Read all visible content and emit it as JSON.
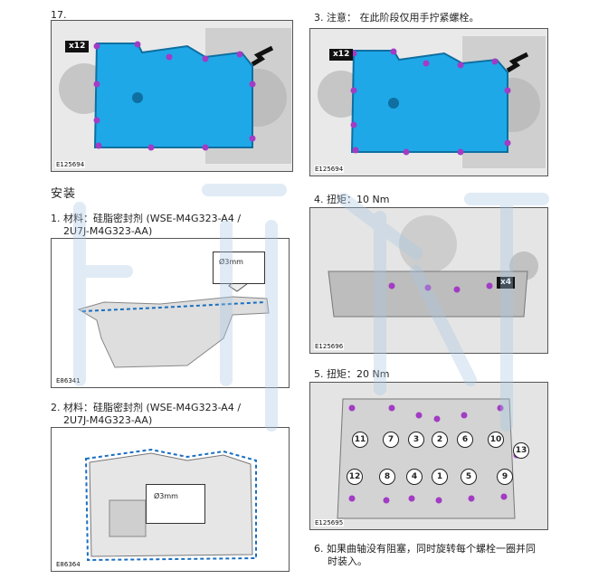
{
  "steps": {
    "s17": {
      "num": "17.",
      "figure_id": "E125694",
      "callout": "x12"
    },
    "s3": {
      "text": "3.  注意：  在此阶段仅用手拧紧螺栓。",
      "figure_id": "E125694",
      "callout": "x12"
    },
    "install_heading": "安装",
    "s1": {
      "line1": "1.  材料：硅脂密封剂 (WSE-M4G323-A4 /",
      "line2": "2U7J-M4G323-AA)",
      "figure_id": "E86341",
      "size": "Ø3mm"
    },
    "s2": {
      "line1": "2.  材料：硅脂密封剂 (WSE-M4G323-A4 /",
      "line2": "2U7J-M4G323-AA)",
      "figure_id": "E86364",
      "size": "Ø3mm"
    },
    "s4": {
      "text": "4.  扭矩：10 Nm",
      "figure_id": "E125696",
      "callout": "x4"
    },
    "s5": {
      "text": "5.  扭矩：20 Nm",
      "figure_id": "E125695",
      "bolt_numbers": [
        "11",
        "7",
        "3",
        "2",
        "6",
        "10",
        "13",
        "12",
        "8",
        "4",
        "1",
        "5",
        "9"
      ]
    },
    "s6": {
      "line1": "6.  如果曲轴没有阻塞，同时旋转每个螺栓一圈并同",
      "line2": "时装入。"
    }
  },
  "colors": {
    "pan_highlight": "#1ea8e8",
    "bolt": "#a23cc4",
    "watermark": "#a8c8e4"
  }
}
